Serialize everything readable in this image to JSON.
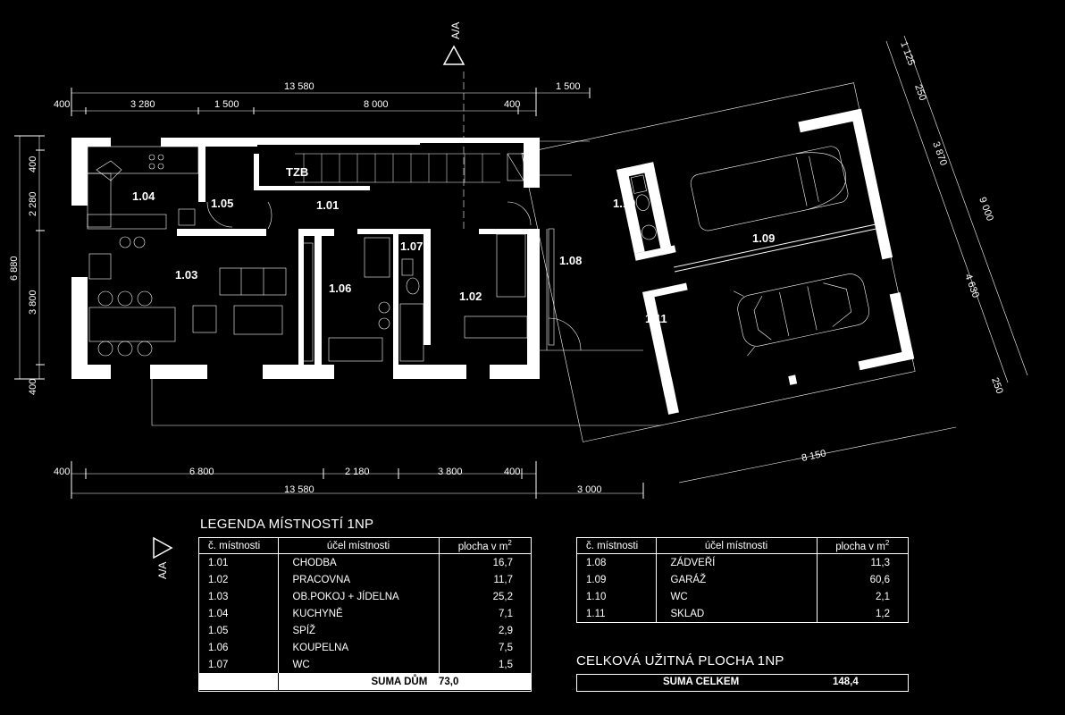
{
  "section_mark": "A/A",
  "dimensions": {
    "top_total": "13 580",
    "top_parts": [
      "400",
      "3 280",
      "1 500",
      "8 000",
      "400"
    ],
    "top_garage_offset": "1 500",
    "left_total": "6 880",
    "left_parts": [
      "400",
      "2 280",
      "3 800",
      "400"
    ],
    "bottom_parts": [
      "400",
      "6 800",
      "2 180",
      "3 800",
      "400"
    ],
    "bottom_total": "13 580",
    "bottom_garage": "3 000",
    "garage_right_top": "1 125",
    "garage_right_parts": [
      "250",
      "3 870",
      "4 630",
      "250"
    ],
    "garage_right_total": "9 000",
    "garage_bottom": "8 150"
  },
  "rooms": {
    "r101": "1.01",
    "r102": "1.02",
    "r103": "1.03",
    "r104": "1.04",
    "r105": "1.05",
    "r106": "1.06",
    "r107": "1.07",
    "r108": "1.08",
    "r109": "1.09",
    "r110": "1.10",
    "r111": "1.11",
    "tzb": "TZB"
  },
  "legend": {
    "title": "LEGENDA MÍSTNOSTÍ 1NP",
    "headers": {
      "number": "č. místnosti",
      "purpose": "účel místnosti",
      "area": "plocha v m",
      "area_sup": "2"
    },
    "left_rows": [
      {
        "number": "1.01",
        "purpose": "CHODBA",
        "area": "16,7"
      },
      {
        "number": "1.02",
        "purpose": "PRACOVNA",
        "area": "11,7"
      },
      {
        "number": "1.03",
        "purpose": "OB.POKOJ + JÍDELNA",
        "area": "25,2"
      },
      {
        "number": "1.04",
        "purpose": "KUCHYNĚ",
        "area": "7,1"
      },
      {
        "number": "1.05",
        "purpose": "SPÍŽ",
        "area": "2,9"
      },
      {
        "number": "1.06",
        "purpose": "KOUPELNA",
        "area": "7,5"
      },
      {
        "number": "1.07",
        "purpose": "WC",
        "area": "1,5"
      }
    ],
    "left_sum_label": "SUMA DŮM",
    "left_sum_value": "73,0",
    "right_rows": [
      {
        "number": "1.08",
        "purpose": "ZÁDVEŘÍ",
        "area": "11,3"
      },
      {
        "number": "1.09",
        "purpose": "GARÁŽ",
        "area": "60,6"
      },
      {
        "number": "1.10",
        "purpose": "WC",
        "area": "2,1"
      },
      {
        "number": "1.11",
        "purpose": "SKLAD",
        "area": "1,2"
      }
    ]
  },
  "total": {
    "title": "CELKOVÁ UŽITNÁ PLOCHA 1NP",
    "label": "SUMA  CELKEM",
    "value": "148,4"
  }
}
